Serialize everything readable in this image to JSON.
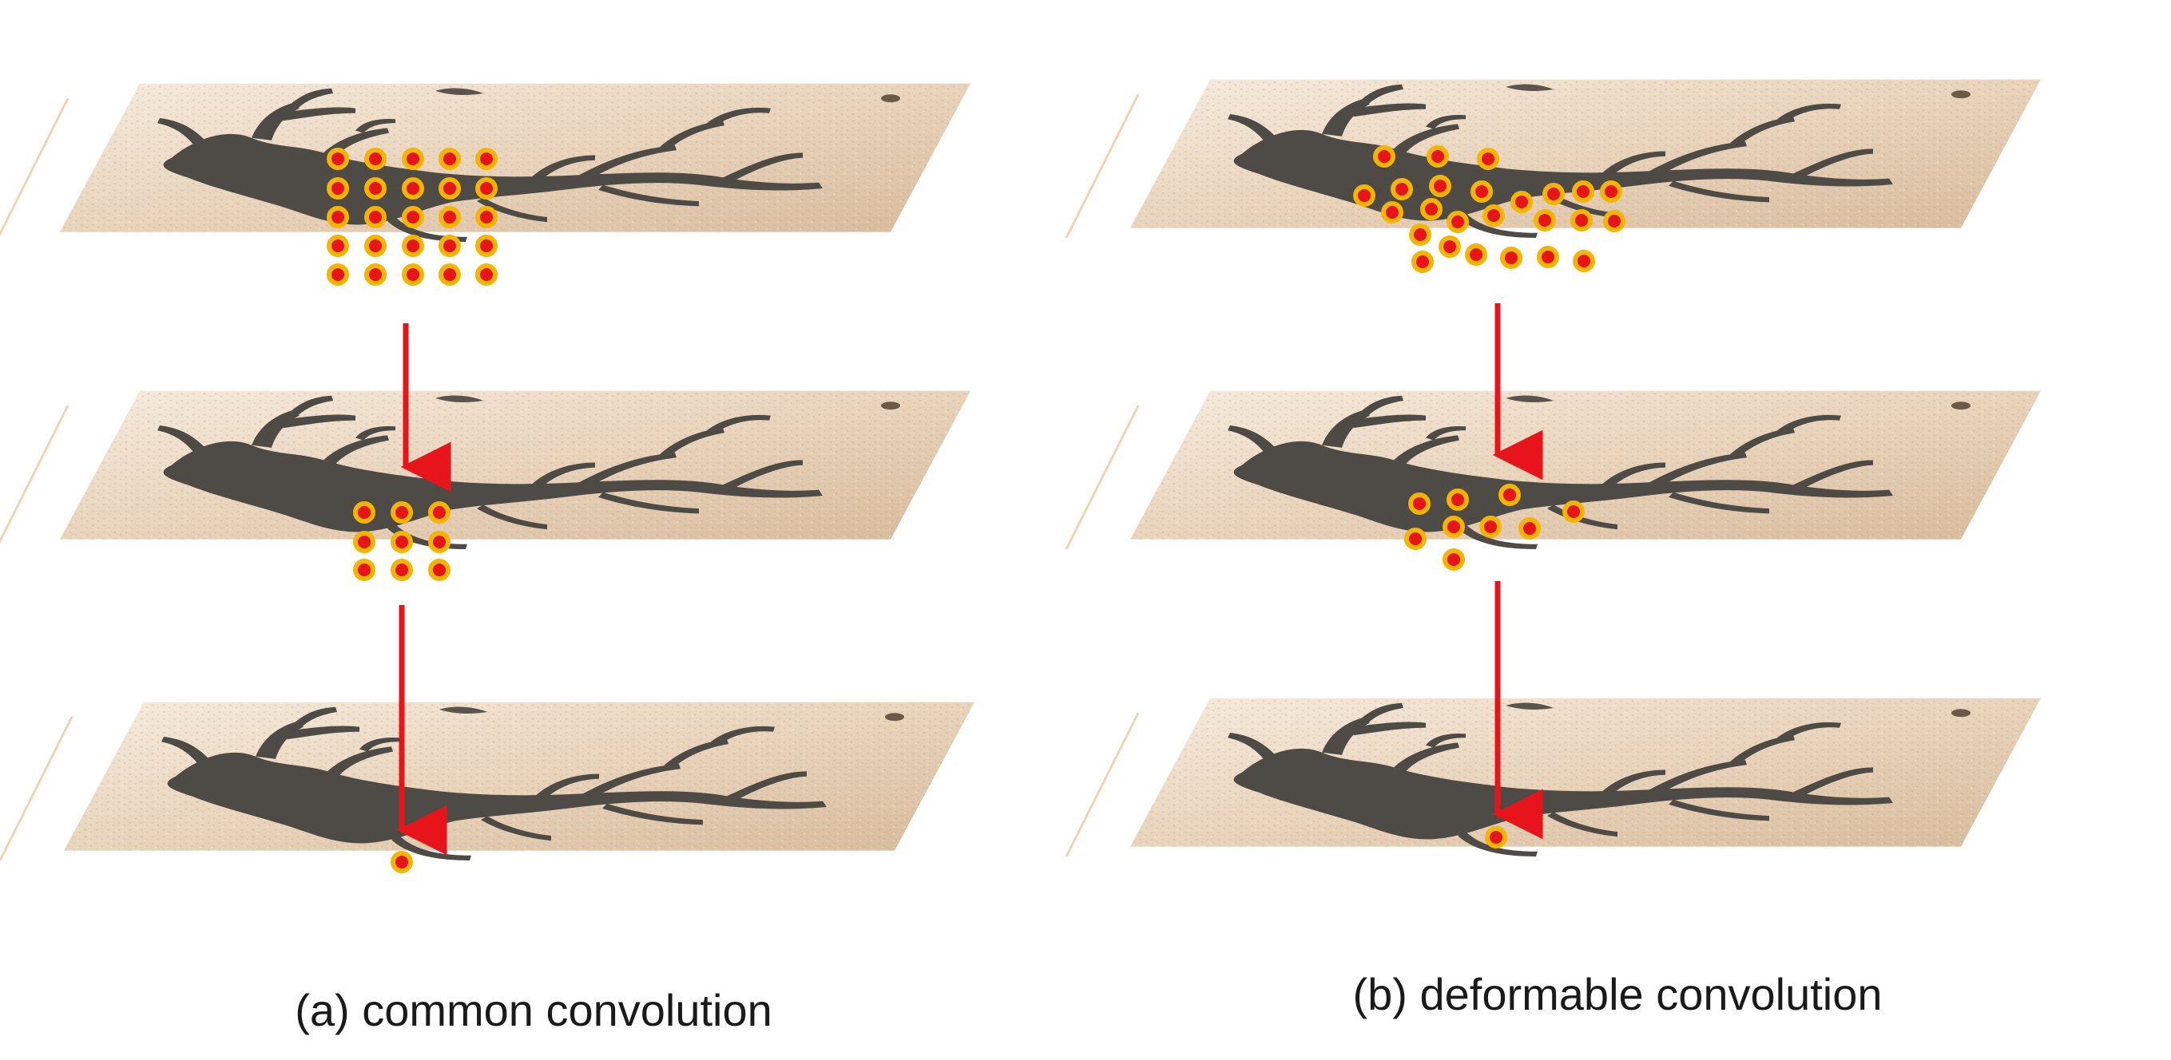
{
  "figure": {
    "panels": [
      {
        "id": "a",
        "caption": "(a) common convolution",
        "layers": [
          {
            "role": "input",
            "sampling_points": 25,
            "grid": "5x5 regular"
          },
          {
            "role": "intermediate",
            "sampling_points": 9,
            "grid": "3x3 regular"
          },
          {
            "role": "output",
            "sampling_points": 1
          }
        ]
      },
      {
        "id": "b",
        "caption": "(b) deformable convolution",
        "layers": [
          {
            "role": "input",
            "sampling_points": 25,
            "grid": "irregular, follows river shape"
          },
          {
            "role": "intermediate",
            "sampling_points": 9,
            "grid": "irregular offsets"
          },
          {
            "role": "output",
            "sampling_points": 1
          }
        ]
      }
    ],
    "colors": {
      "arrow": "#e8141b",
      "point_fill": "#e8141b",
      "point_ring": "#f5b400",
      "terrain_light": "#f3e3d0",
      "terrain_mid": "#dcc2a4",
      "river": "#4d4a45"
    }
  }
}
